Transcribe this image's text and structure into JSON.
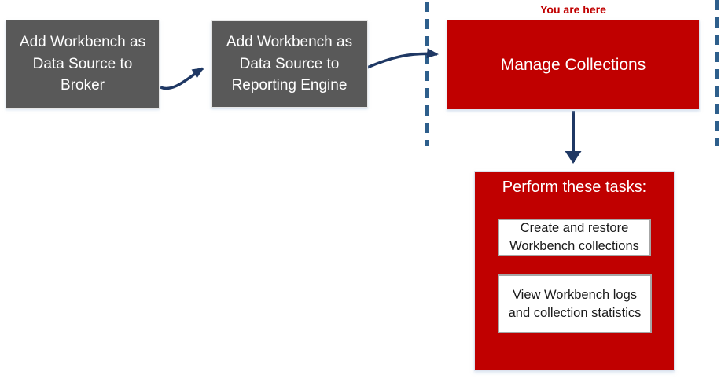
{
  "annotation": {
    "you_are_here": "You are here"
  },
  "flow": {
    "steps": [
      {
        "label": "Add Workbench as\nData Source to\nBroker"
      },
      {
        "label": "Add Workbench as\nData Source to\nReporting Engine"
      },
      {
        "label": "Manage Collections"
      }
    ]
  },
  "tasks_panel": {
    "title": "Perform these tasks:",
    "tasks": [
      "Create and restore\nWorkbench collections",
      "View Workbench logs\nand collection statistics"
    ]
  },
  "colors": {
    "step_gray": "#595959",
    "highlight_red": "#c00000",
    "connector_navy": "#1f3864",
    "divider_blue": "#2e5f8c",
    "annotation_red": "#c00000",
    "task_card_border": "#a6a6a6",
    "task_text": "#1a1a1a",
    "box_text_white": "#ffffff"
  }
}
